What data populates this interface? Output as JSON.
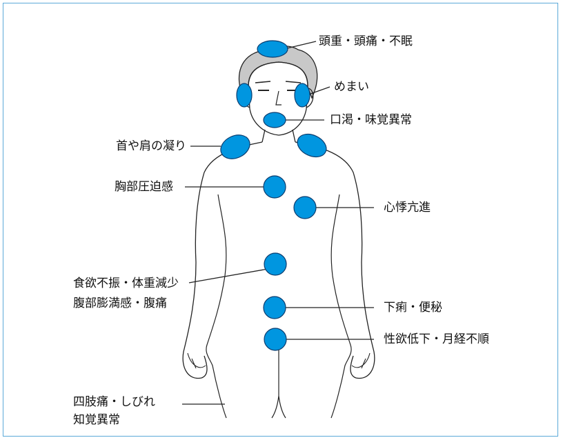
{
  "colors": {
    "frame": "#5aa9d8",
    "spot_fill": "#0096e0",
    "spot_stroke": "#0b3c6e",
    "hair": "#c8c8c8",
    "outline": "#222222"
  },
  "labels": {
    "headache": "頭重・頭痛・不眠",
    "dizziness": "めまい",
    "mouth": "口渇・味覚異常",
    "shoulder": "首や肩の凝り",
    "chest": "胸部圧迫感",
    "palpitation": "心悸亢進",
    "stomach_line1": "食欲不振・体重減少",
    "stomach_line2": "腹部膨満感・腹痛",
    "bowel": "下痢・便秘",
    "sexual": "性欲低下・月経不順",
    "limb_line1": "四肢痛・しびれ",
    "limb_line2": "知覚異常"
  }
}
